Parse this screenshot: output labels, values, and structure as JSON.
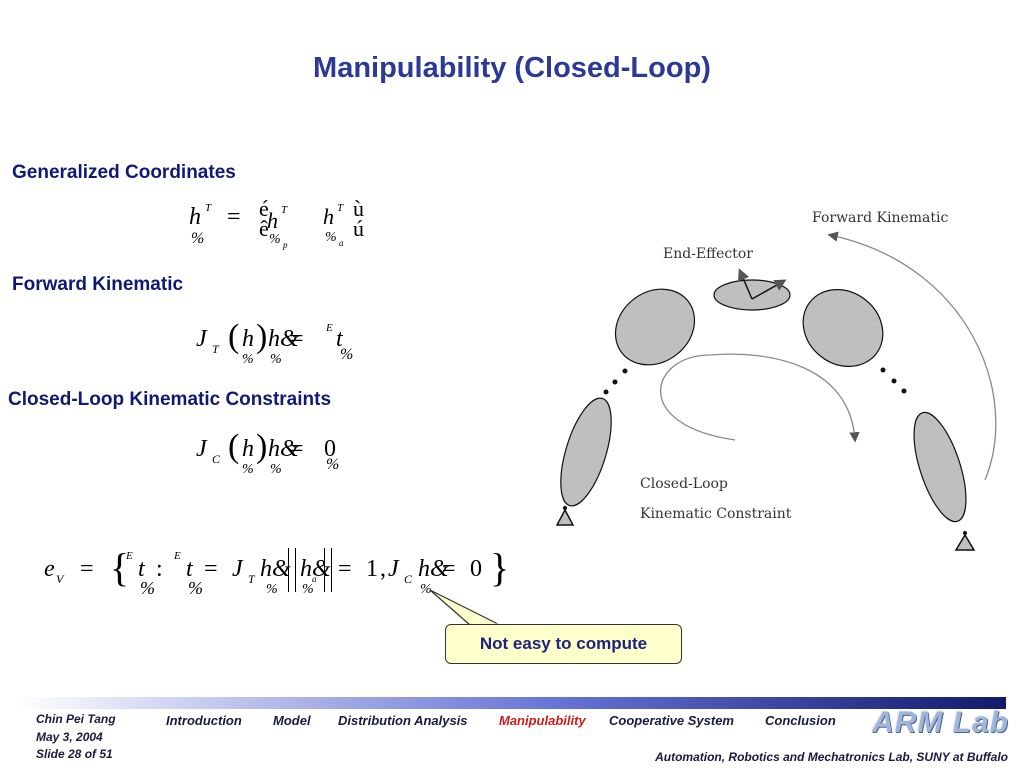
{
  "slide": {
    "title": "Manipulability (Closed-Loop)",
    "sections": {
      "generalized": "Generalized Coordinates",
      "forward": "Forward Kinematic",
      "closed_loop": "Closed-Loop Kinematic Constraints"
    },
    "callout": "Not easy to compute"
  },
  "equations": {
    "eq1": {
      "h": "h",
      "T": "T",
      "eq": "=",
      "br_open": "é",
      "br_close": "ù",
      "br_open2": "ê",
      "br_close2": "ú",
      "sub": "%",
      "sub_p": "p",
      "sub_a": "a"
    },
    "eq2": {
      "J": "J",
      "T": "T",
      "h": "h",
      "hdot": "h&",
      "eq": "=",
      "E": "E",
      "t": "t"
    },
    "eq3": {
      "J": "J",
      "C": "C",
      "h": "h",
      "hdot": "h&",
      "eq": "=",
      "zero": "0"
    },
    "eq4": {
      "e": "e",
      "V": "V",
      "eq": "=",
      "E": "E",
      "t": "t",
      "colon": ":",
      "J": "J",
      "T": "T",
      "C": "C",
      "hdot": "h&",
      "one": "1",
      "zero": "0",
      "a": "a",
      "sub": "%"
    }
  },
  "diagram": {
    "labels": {
      "forward_kinematic": "Forward Kinematic",
      "end_effector": "End-Effector",
      "closed_loop": "Closed-Loop",
      "kinematic_constraint": "Kinematic Constraint"
    }
  },
  "footer": {
    "author": "Chin Pei Tang",
    "date": "May 3, 2004",
    "slide_number": "Slide 28 of 51",
    "nav": [
      "Introduction",
      "Model",
      "Distribution Analysis",
      "Manipulability",
      "Cooperative System",
      "Conclusion"
    ],
    "active_nav": "Manipulability",
    "lab": "Automation, Robotics and Mechatronics Lab, SUNY at Buffalo",
    "logo": "ARM Lab",
    "colors": {
      "title": "#2b3a96",
      "headings": "#111a72",
      "active_nav": "#d11b1b",
      "callout_bg": "#ffffcc"
    }
  }
}
